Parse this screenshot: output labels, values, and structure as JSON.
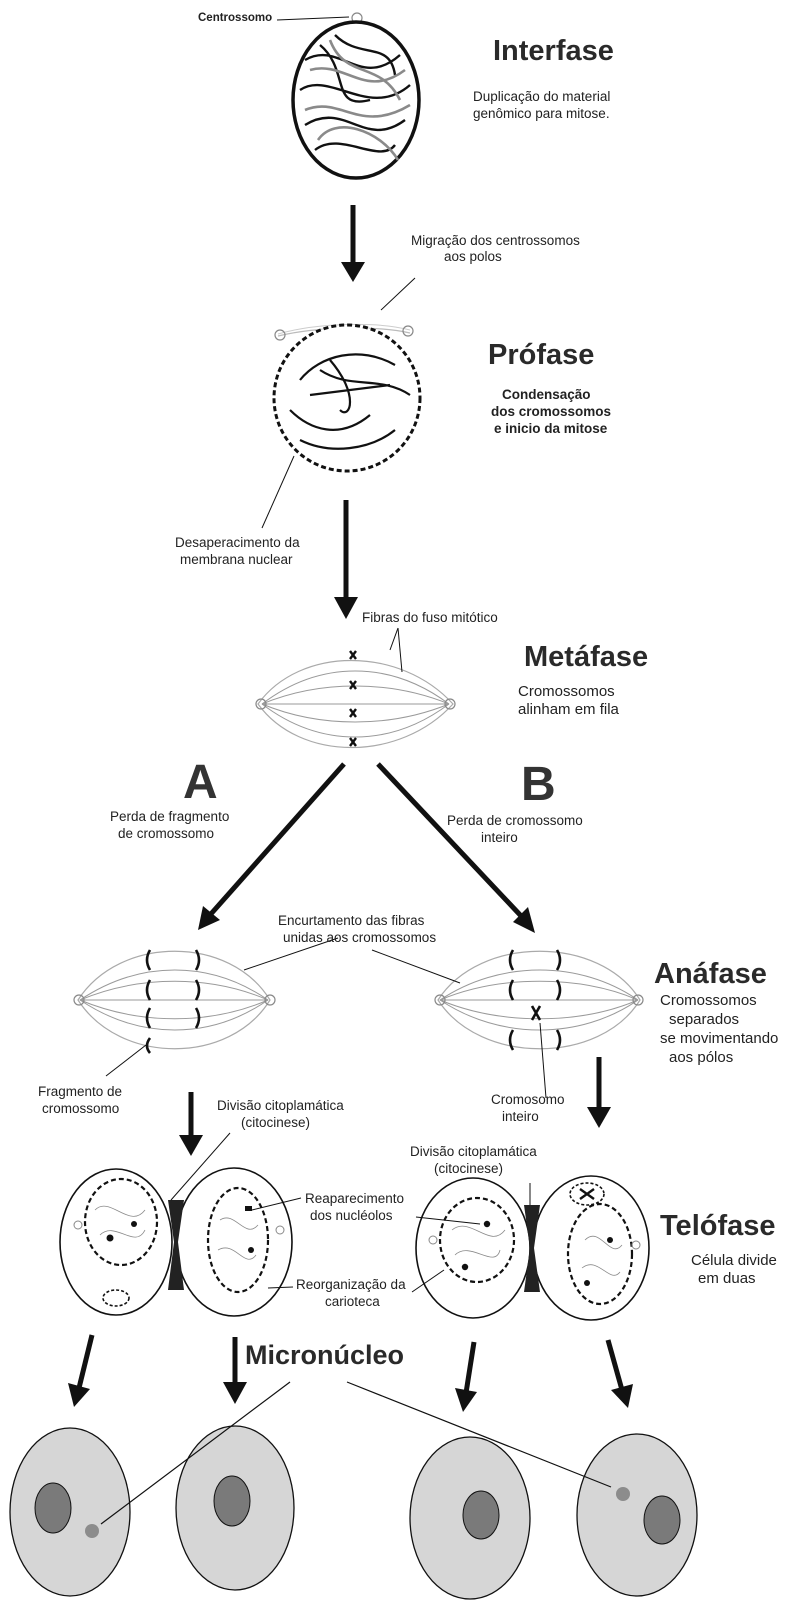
{
  "labels": {
    "centrossomo": "Centrossomo",
    "interfase_title": "Interfase",
    "interfase_desc_1": "Duplicação do material",
    "interfase_desc_2": "genômico para mitose.",
    "migracao_1": "Migração dos centrossomos",
    "migracao_2": "aos polos",
    "profase_title": "Prófase",
    "profase_desc_1": "Condensação",
    "profase_desc_2": "dos cromossomos",
    "profase_desc_3": "e inicio da mitose",
    "desap_1": "Desaperacimento da",
    "desap_2": "membrana nuclear",
    "fibras": "Fibras do fuso mitótico",
    "metafase_title": "Metáfase",
    "metafase_desc_1": "Cromossomos",
    "metafase_desc_2": "alinham em fila",
    "letter_a": "A",
    "letter_b": "B",
    "perda_frag_1": "Perda de fragmento",
    "perda_frag_2": "de cromossomo",
    "perda_int_1": "Perda de cromossomo",
    "perda_int_2": "inteiro",
    "encurt_1": "Encurtamento das fibras",
    "encurt_2": "unidas aos cromossomos",
    "anafase_title": "Anáfase",
    "anafase_desc_1": "Cromossomos",
    "anafase_desc_2": "separados",
    "anafase_desc_3": "se movimentando",
    "anafase_desc_4": "aos pólos",
    "frag_1": "Fragmento de",
    "frag_2": "cromossomo",
    "div_left_1": "Divisão citoplamática",
    "div_left_2": "(citocinese)",
    "cromosomo_1": "Cromosomo",
    "cromosomo_2": "inteiro",
    "div_right_1": "Divisão citoplamática",
    "div_right_2": "(citocinese)",
    "reapar_1": "Reaparecimento",
    "reapar_2": "dos nucléolos",
    "reorg_1": "Reorganização da",
    "reorg_2": "carioteca",
    "telofase_title": "Telófase",
    "telofase_desc_1": "Célula divide",
    "telofase_desc_2": "em duas",
    "micronucleo": "Micronúcleo"
  },
  "colors": {
    "ink": "#111111",
    "cytoplasm": "#d6d6d6",
    "nucleus": "#7a7a7a",
    "micronucleus": "#8c8c8c",
    "chromatin_light": "#8a8a8a",
    "fiber": "#9a9a9a"
  }
}
